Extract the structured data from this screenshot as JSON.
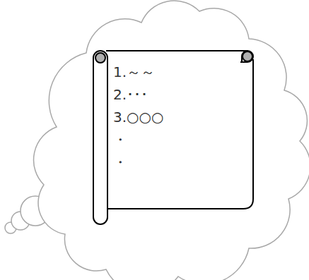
{
  "diagram": {
    "nodes": [
      {
        "text": [
          "1.～～",
          "2.･･･",
          "3.○○○",
          "・",
          "・"
        ]
      }
    ]
  }
}
